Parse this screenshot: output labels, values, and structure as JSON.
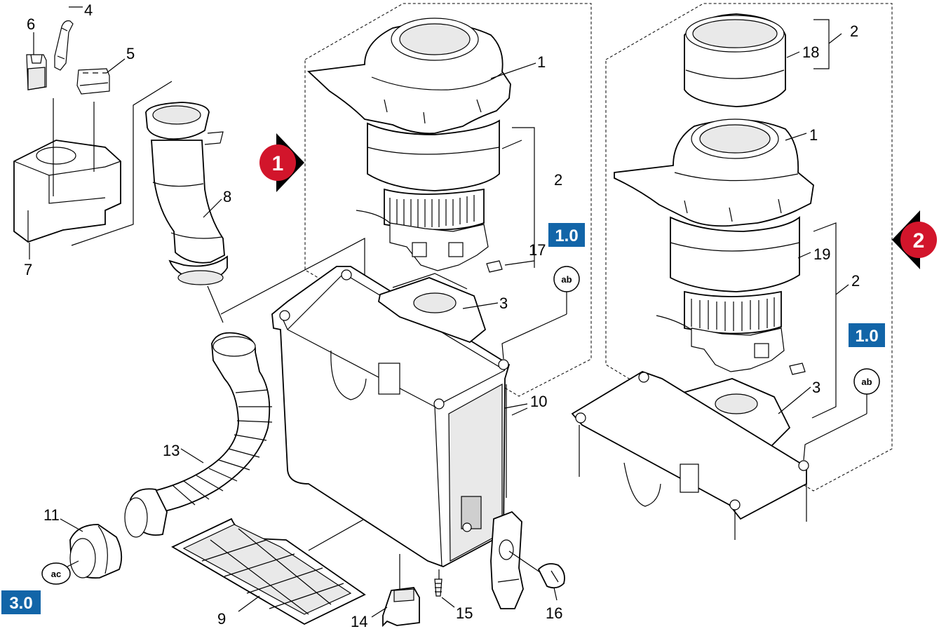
{
  "parts": {
    "p1a": "1",
    "p1b": "1",
    "p2a": "2",
    "p2b": "2",
    "p2c": "2",
    "p3a": "3",
    "p3b": "3",
    "p4": "4",
    "p5": "5",
    "p6": "6",
    "p7": "7",
    "p8": "8",
    "p9": "9",
    "p10": "10",
    "p11": "11",
    "p13": "13",
    "p14": "14",
    "p15": "15",
    "p16": "16",
    "p17": "17",
    "p18": "18",
    "p19": "19"
  },
  "badges": {
    "b1": "1.0",
    "b2": "1.0",
    "b3": "3.0"
  },
  "round_labels": {
    "ab1": "ab",
    "ab2": "ab",
    "ac": "ac"
  },
  "variant_markers": {
    "m1": "1",
    "m2": "2"
  },
  "colors": {
    "badge_blue": "#1265a8",
    "marker_red": "#d2152b"
  }
}
